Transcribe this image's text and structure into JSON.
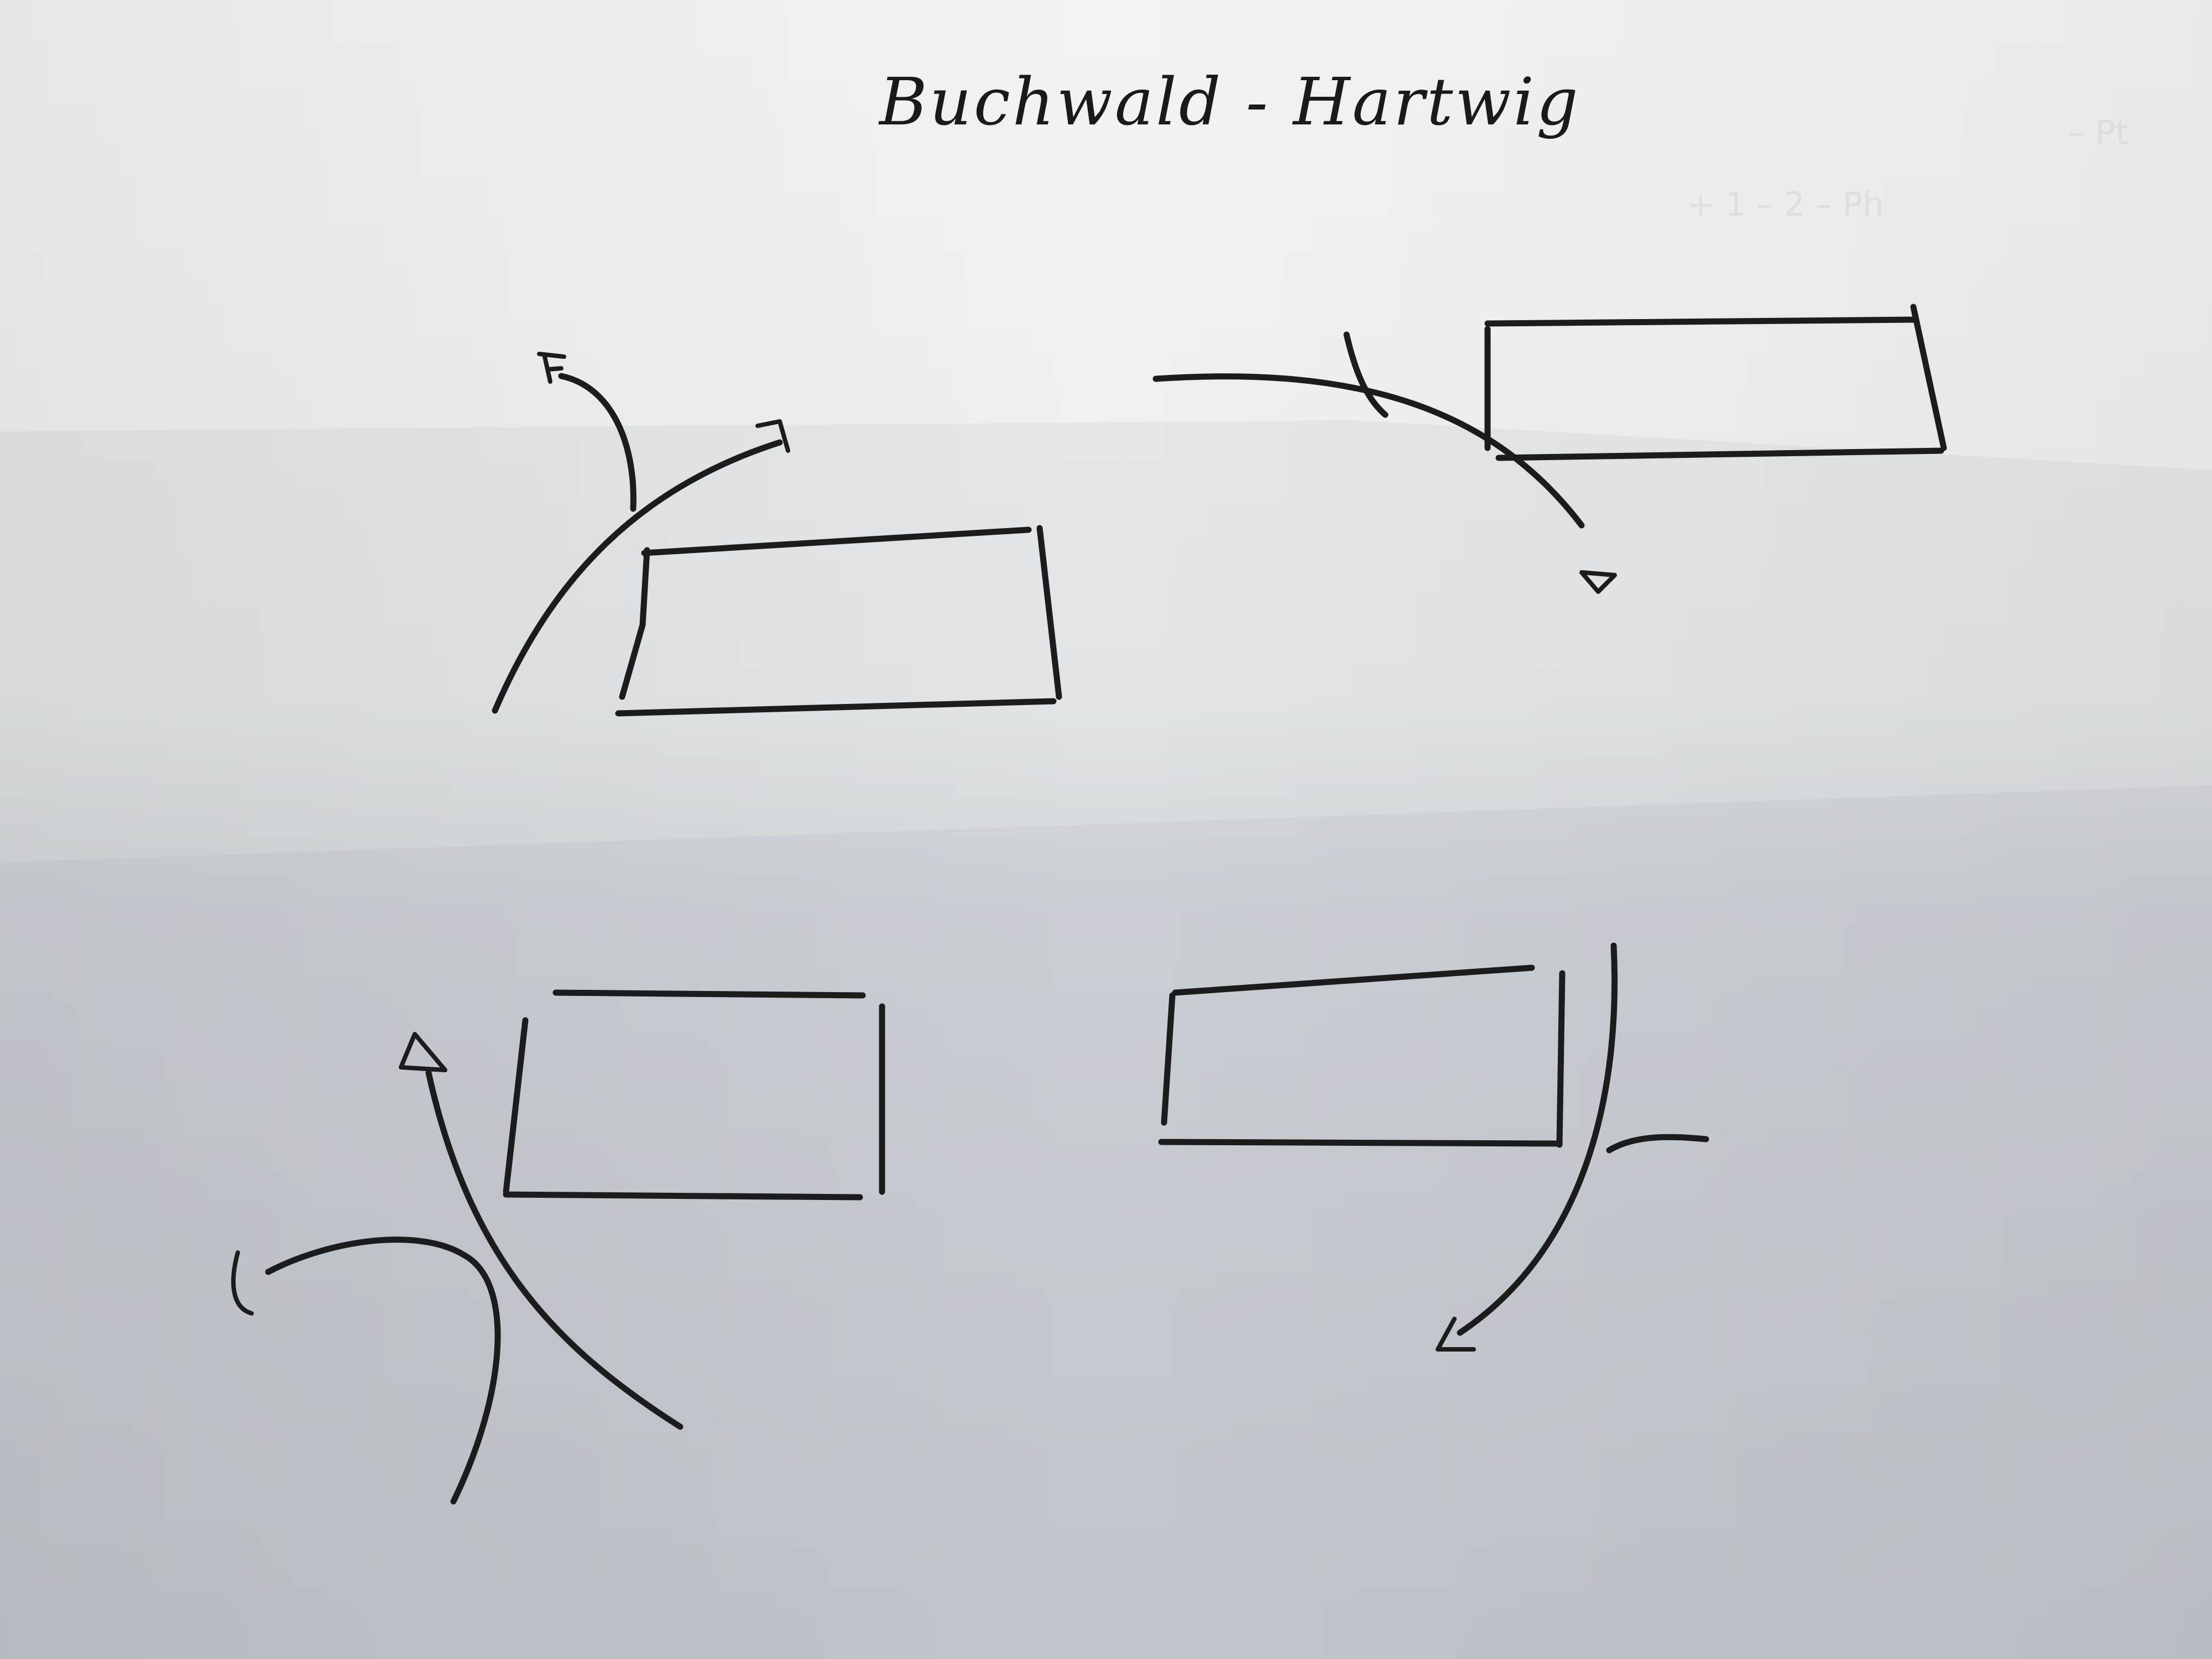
{
  "title": "Buchwald - Hartwig",
  "background": {
    "paper_light": "#f3f3f3",
    "paper_mid": "#e6e8ea",
    "paper_shadow": "#c4c9ce",
    "ink": "#1c1c1c"
  },
  "sketches": [
    {
      "quadrant": "top-left",
      "items": [
        "rectangle",
        "long-curved-arrow",
        "short-hook"
      ],
      "marker": "F"
    },
    {
      "quadrant": "top-right",
      "items": [
        "rectangle",
        "long-curved-arrow",
        "short-tick"
      ],
      "marker": "triangle-arrowhead"
    },
    {
      "quadrant": "bottom-left",
      "items": [
        "rectangle",
        "long-curved-arrow",
        "crossing-curve"
      ],
      "marker": "triangle-arrowhead"
    },
    {
      "quadrant": "bottom-right",
      "items": [
        "rectangle",
        "long-curved-arrow",
        "short-tail"
      ],
      "marker": "open-arrowhead"
    }
  ]
}
